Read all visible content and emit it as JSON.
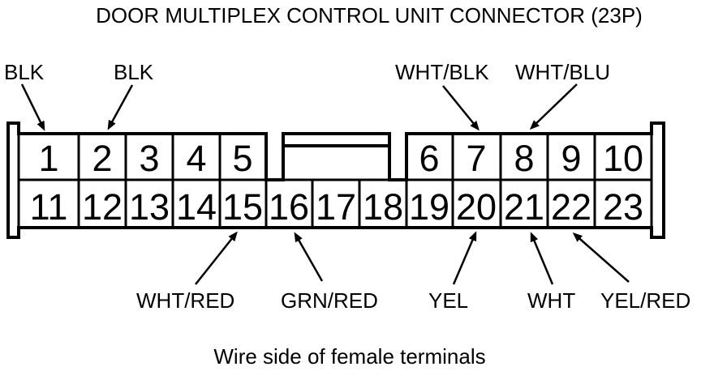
{
  "title": "DOOR MULTIPLEX CONTROL UNIT CONNECTOR (23P)",
  "caption": "Wire side of female terminals",
  "connector": {
    "pin_count": 23,
    "top_row_pins": [
      "1",
      "2",
      "3",
      "4",
      "5",
      "6",
      "7",
      "8",
      "9",
      "10"
    ],
    "bottom_row_pins": [
      "11",
      "12",
      "13",
      "14",
      "15",
      "16",
      "17",
      "18",
      "19",
      "20",
      "21",
      "22",
      "23"
    ]
  },
  "wire_labels": {
    "top": [
      {
        "text": "BLK",
        "pin": "1"
      },
      {
        "text": "BLK",
        "pin": "2"
      },
      {
        "text": "WHT/BLK",
        "pin": "7"
      },
      {
        "text": "WHT/BLU",
        "pin": "8"
      }
    ],
    "bottom": [
      {
        "text": "WHT/RED",
        "pin": "15"
      },
      {
        "text": "GRN/RED",
        "pin": "16"
      },
      {
        "text": "YEL",
        "pin": "20"
      },
      {
        "text": "WHT",
        "pin": "21"
      },
      {
        "text": "YEL/RED",
        "pin": "22"
      }
    ]
  },
  "colors": {
    "line": "#000000",
    "background": "#ffffff"
  }
}
